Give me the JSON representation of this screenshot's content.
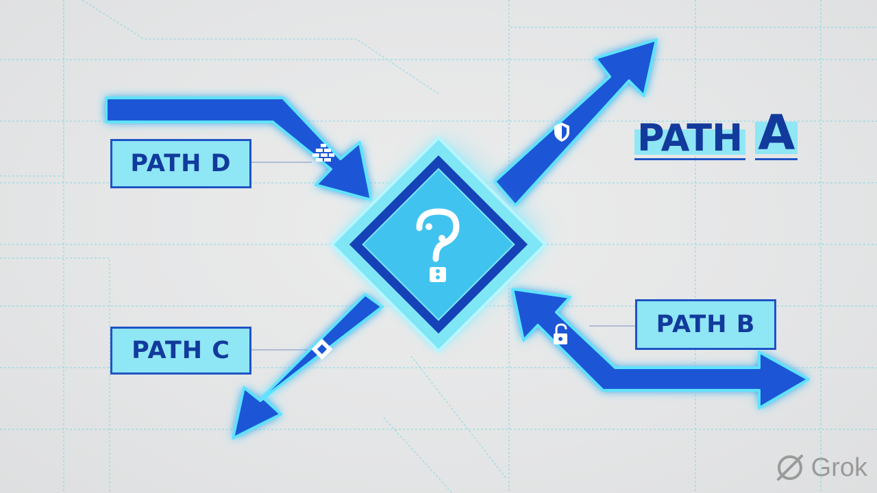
{
  "labels": {
    "path_a_word1": "PATH",
    "path_a_word2": "A",
    "path_b": "PATH B",
    "path_c": "PATH C",
    "path_d": "PATH D"
  },
  "center": {
    "symbol": "?",
    "icon": "circuit-question-mark-icon"
  },
  "icons": {
    "path_a": "shield-icon",
    "path_b": "padlock-icon",
    "path_c": "chip-icon",
    "path_d": "brick-wall-icon"
  },
  "watermark": {
    "text": "Grok",
    "logo": "grok-logo"
  },
  "colors": {
    "arrow_blue": "#1a56d6",
    "glow_cyan": "#3de0ff",
    "diamond_fill": "#3fc3ef",
    "diamond_border": "#1543b8",
    "label_fill": "#8fe6f4",
    "label_text": "#123a9c",
    "background": "#e6e7e8",
    "grid_line": "#4fd3e6"
  }
}
